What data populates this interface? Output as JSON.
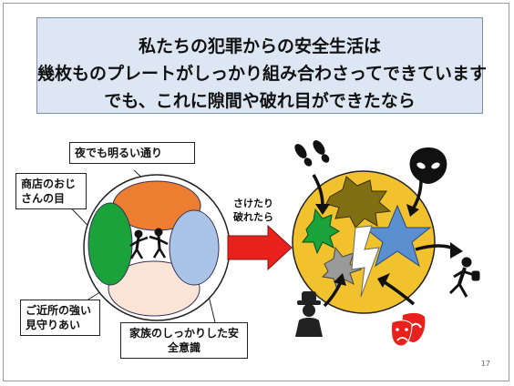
{
  "title": {
    "line1": "私たちの犯罪からの安全生活は",
    "line2": "幾枚ものプレートがしっかり組み合わさってできています",
    "line3": "でも、これに隙間や破れ目ができたなら"
  },
  "labels": {
    "night": "夜でも明るい通り",
    "shop": "商店のおじさんの目",
    "neighbor": "ご近所の強い見守りあい",
    "family": "家族のしっかりした安全意識"
  },
  "arrow_text": "さけたり破れたら",
  "page_number": "17",
  "colors": {
    "plate_orange": "#ed7d31",
    "plate_green": "#1aa33b",
    "plate_blue": "#a9c4e6",
    "plate_peach": "#fce4d6",
    "gold": "#f2c12e",
    "big_arrow": "#e8211d",
    "title_bg": "#dde7f3"
  },
  "icons": [
    "footprints-icon",
    "alien-head-icon",
    "running-thief-icon",
    "spy-icon",
    "theater-masks-icon",
    "fighting-people-icon",
    "lightning-crack-icon"
  ]
}
